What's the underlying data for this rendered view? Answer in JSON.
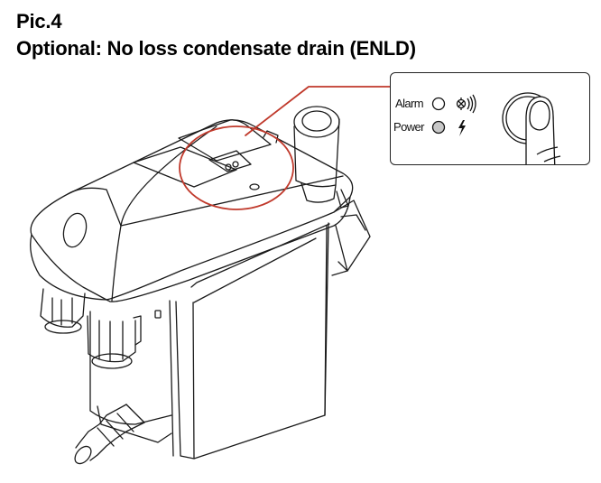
{
  "heading": {
    "figure_label": "Pic.4",
    "caption": "Optional: No loss condensate drain (ENLD)"
  },
  "callout": {
    "accent_color": "#c0392b",
    "indicators": [
      {
        "label": "Alarm",
        "led_state": "off",
        "icon": "alarm-signal-icon"
      },
      {
        "label": "Power",
        "led_state": "on-gray",
        "icon": "lightning-bolt-icon"
      }
    ],
    "button_icon": "finger-press-test-button-icon"
  }
}
